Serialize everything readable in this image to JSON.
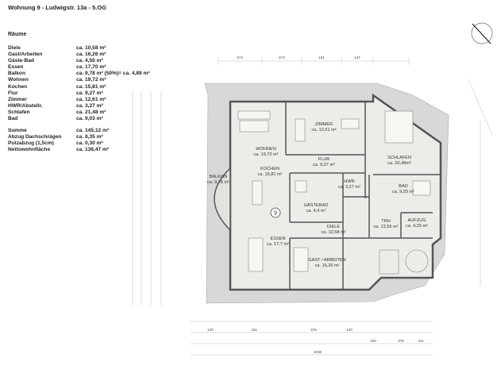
{
  "header": {
    "title": "Wohnung 9 - Ludwigstr. 13a - 5.OG",
    "section": "Räume"
  },
  "rooms": [
    {
      "name": "Diele",
      "area": "ca. 10,58 m²"
    },
    {
      "name": "Gast/Arbeiten",
      "area": "ca. 16,26 m²"
    },
    {
      "name": "Gäste-Bad",
      "area": "ca. 4,50 m²"
    },
    {
      "name": "Essen",
      "area": "ca. 17,70 m²"
    },
    {
      "name": "Balkon",
      "area": "ca. 9,78 m² (50%)= ca. 4,89 m²"
    },
    {
      "name": "Wohnen",
      "area": "ca. 19,72 m²"
    },
    {
      "name": "Kochen",
      "area": "ca. 15,81 m²"
    },
    {
      "name": "Flur",
      "area": "ca. 9,27 m²"
    },
    {
      "name": "Zimmer",
      "area": "ca. 12,61 m²"
    },
    {
      "name": "HWR/Abstellr.",
      "area": "ca. 3,27 m²"
    },
    {
      "name": "Schlafen",
      "area": "ca. 21,48 m²"
    },
    {
      "name": "Bad",
      "area": "ca. 9,03 m²"
    }
  ],
  "summary": [
    {
      "name": "Summe",
      "area": "ca. 145,12 m²"
    },
    {
      "name": "Abzug Dachschrägen",
      "area": "ca. 8,35 m²"
    },
    {
      "name": "Putzabzug (1,5cm)",
      "area": "ca. 0,30 m²"
    },
    {
      "name": "Nettowohnfläche",
      "area": "ca. 136,47 m²"
    }
  ],
  "plan": {
    "apartment_no": "9",
    "labels": {
      "zimmer": [
        "ZIMMER",
        "ca. 12,61 m²"
      ],
      "wohnen": [
        "WOHNEN",
        "ca. 19,72 m²"
      ],
      "flur": [
        "FLUR",
        "ca. 9,27 m²"
      ],
      "schlafen": [
        "SCHLAFEN",
        "ca. 20,48m²"
      ],
      "kochen": [
        "KOCHEN",
        "ca. 15,81 m²"
      ],
      "balkon": [
        "BALKON",
        "ca. 9,78 m²"
      ],
      "hwr": [
        "HWR",
        "ca. 3,27 m²"
      ],
      "bad": [
        "BAD",
        "ca. 9,03 m²"
      ],
      "gaestebad": [
        "GÄSTEBAD",
        "ca. 4,4 m²"
      ],
      "trh": [
        "TRH",
        "ca. 13,56 m²"
      ],
      "aufzug": [
        "AUFZUG",
        "ca. 4,25 m²"
      ],
      "diele": [
        "DIELE",
        "ca. 10,58 m²"
      ],
      "essen": [
        "ESSEN",
        "ca. 17,7 m²"
      ],
      "gast": [
        "GAST / ARBEITEN",
        "ca. 16,26 m²"
      ]
    },
    "dims_top": [
      "474",
      "474",
      "161",
      "147"
    ],
    "dims_bottom": [
      "140",
      "411",
      "375",
      "140",
      "200",
      "375",
      "411",
      "1036"
    ]
  }
}
